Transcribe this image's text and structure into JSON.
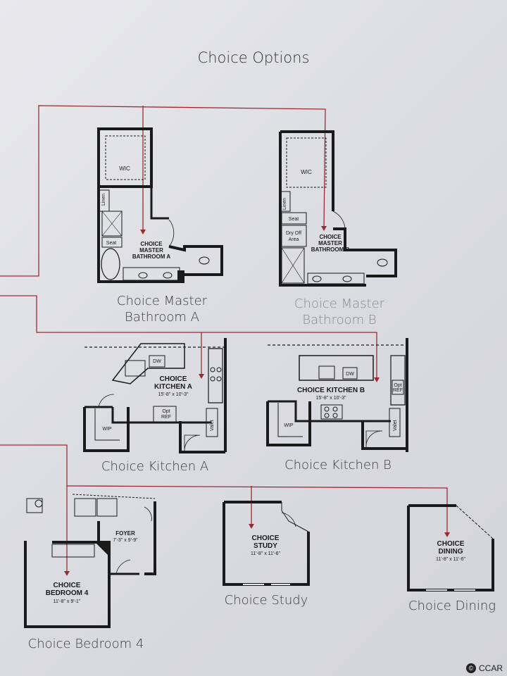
{
  "page_title": "Choice Options",
  "captions": {
    "bath_a": [
      "Choice Master",
      "Bathroom A"
    ],
    "bath_b": [
      "Choice Master",
      "Bathroom B"
    ],
    "kitchen_a": "Choice Kitchen A",
    "kitchen_b": "Choice Kitchen B",
    "bedroom_4": "Choice Bedroom 4",
    "study": "Choice Study",
    "dining": "Choice Dining"
  },
  "plans": {
    "bath_a": {
      "wic": "WIC",
      "linen": "Linen",
      "seat": "Seat",
      "name": [
        "CHOICE",
        "MASTER",
        "BATHROOM A"
      ]
    },
    "bath_b": {
      "wic": "WIC",
      "linen": "Linen",
      "seat": "Seat",
      "dry_off": [
        "Dry Off",
        "Area"
      ],
      "name": [
        "CHOICE",
        "MASTER",
        "BATHROOM B"
      ]
    },
    "kitchen_a": {
      "dw": "DW",
      "name": [
        "CHOICE",
        "KITCHEN A"
      ],
      "dims": "15'-8\" x 10'-3\"",
      "opt_ref": [
        "Opt",
        "REF"
      ],
      "wip": "WIP",
      "valet": "Valet"
    },
    "kitchen_b": {
      "dw": "DW",
      "name": "CHOICE KITCHEN B",
      "dims": "15'-8\" x 10'-3\"",
      "opt_ref": [
        "Opt",
        "REF"
      ],
      "wip": "WIP",
      "valet": "Valet"
    },
    "bedroom_4": {
      "foyer": "FOYER",
      "foyer_dims": "7'-3\" x 9'-9\"",
      "name": [
        "CHOICE",
        "BEDROOM 4"
      ],
      "dims": "11'-8\" x 9'-1\""
    },
    "study": {
      "name": [
        "CHOICE",
        "STUDY"
      ],
      "dims": "11'-8\" x 11'-6\""
    },
    "dining": {
      "name": [
        "CHOICE",
        "DINING"
      ],
      "dims": "11'-8\" x 11'-6\""
    }
  },
  "watermark": "CCAR",
  "colors": {
    "leader_line": "#9b2b33",
    "wall": "#1a1a1a",
    "background": "#e2e3e7"
  }
}
